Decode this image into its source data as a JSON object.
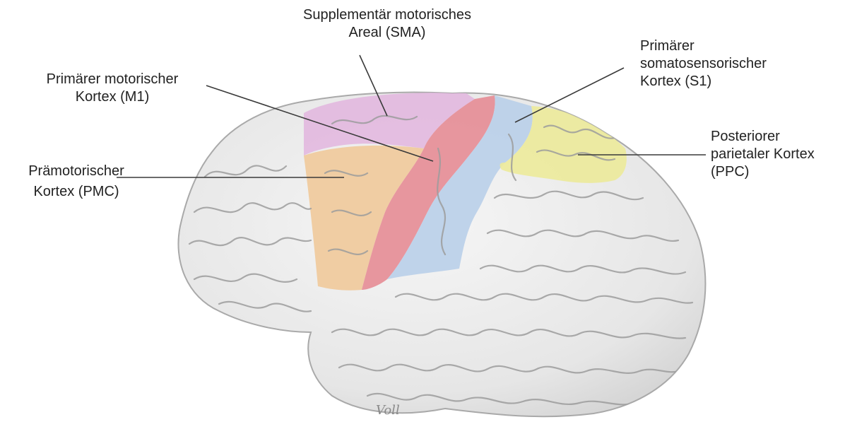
{
  "labels": {
    "sma": [
      "Supplementär motorisches",
      "Areal (SMA)"
    ],
    "m1": [
      "Primärer motorischer",
      "Kortex (M1)"
    ],
    "pmc": [
      "Prämotorischer",
      "Kortex (PMC)"
    ],
    "s1": [
      "Primärer",
      "somatosensorischer",
      "Kortex (S1)"
    ],
    "ppc": [
      "Posteriorer",
      "parietaler Kortex",
      "(PPC)"
    ]
  },
  "signature": "Voll",
  "colors": {
    "sma": "#e2b8df",
    "m1": "#e58c95",
    "pmc": "#f0c99a",
    "s1": "#b9cfe9",
    "ppc": "#ecea9a",
    "brain": "#e9e9e9",
    "leader_line": "#3a3a3a"
  }
}
